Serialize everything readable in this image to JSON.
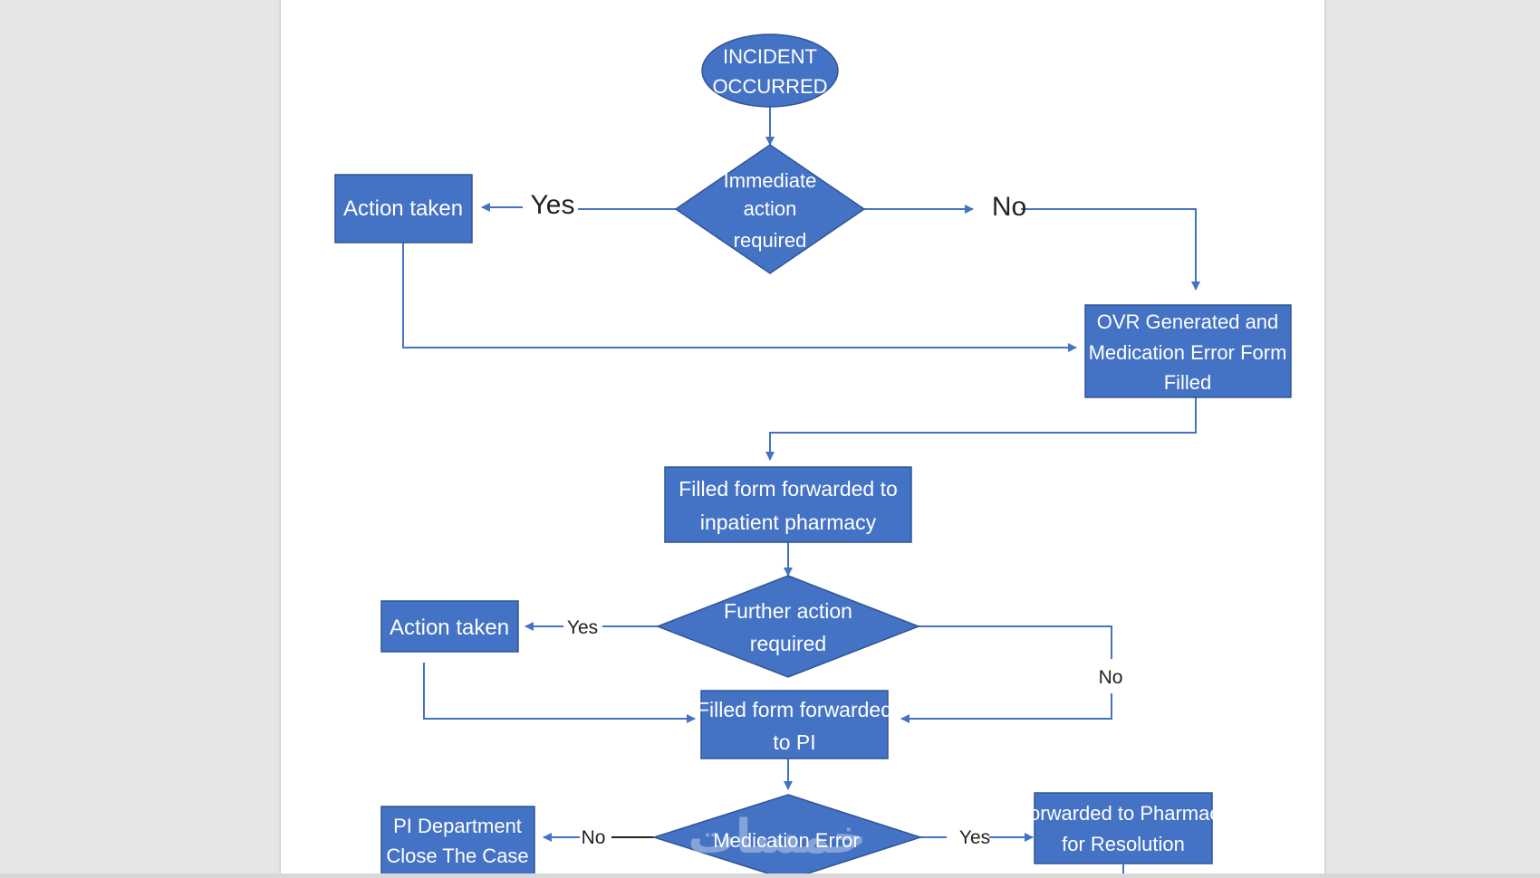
{
  "colors": {
    "shape_fill": "#4472c4",
    "shape_stroke": "#2f5597",
    "connector": "#4472c4",
    "label_text": "#222222",
    "node_text": "#ffffff",
    "page_bg": "#ffffff",
    "viewer_bg": "#e6e6e6"
  },
  "nodes": {
    "incident": {
      "line1": "INCIDENT",
      "line2": "OCCURRED"
    },
    "immediate": {
      "line1": "Immediate",
      "line2": "action",
      "line3": "required"
    },
    "action1": {
      "label": "Action taken"
    },
    "ovr": {
      "line1": "OVR Generated and",
      "line2": "Medication Error Form",
      "line3": "Filled"
    },
    "inpatient": {
      "line1": "Filled form forwarded to",
      "line2": "inpatient pharmacy"
    },
    "further": {
      "line1": "Further action",
      "line2": "required"
    },
    "action2": {
      "label": "Action taken"
    },
    "topi": {
      "line1": "Filled form forwarded",
      "line2": "to PI"
    },
    "mederror": {
      "label": "Medication Error"
    },
    "picase": {
      "line1": "PI Department",
      "line2": "Close The Case"
    },
    "pharmacy": {
      "line1": "Forwarded to Pharmacy",
      "line2": "for Resolution"
    }
  },
  "edge_labels": {
    "yes1": "Yes",
    "no1": "No",
    "yes2": "Yes",
    "no2": "No",
    "no3": "No",
    "yes3": "Yes"
  },
  "watermark": {
    "text": "خمسات"
  }
}
